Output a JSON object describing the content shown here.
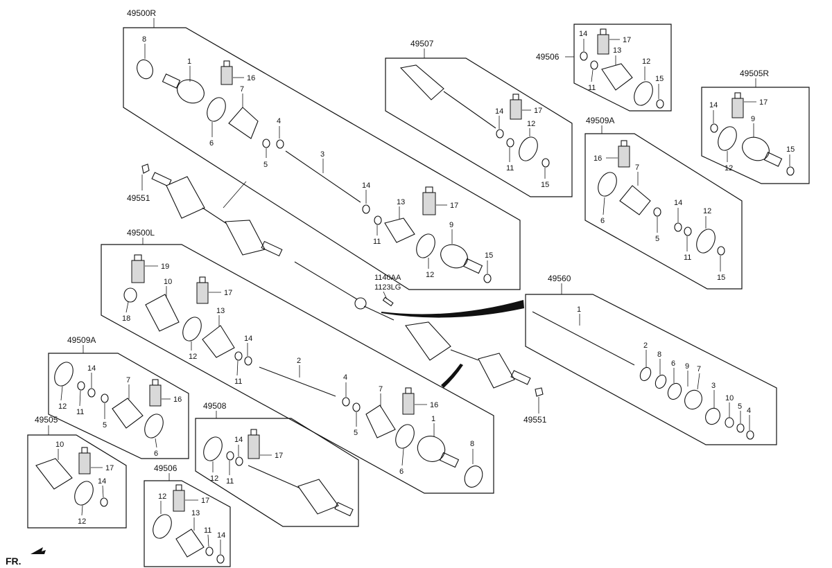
{
  "groups": [
    {
      "code": "49500R",
      "items": [
        "8",
        "1",
        "16",
        "7",
        "6",
        "4",
        "5",
        "3",
        "14",
        "13",
        "17",
        "11",
        "9",
        "12",
        "15"
      ]
    },
    {
      "code": "49507",
      "items": [
        "14",
        "17",
        "12",
        "11",
        "15"
      ]
    },
    {
      "code": "49506",
      "items": [
        "14",
        "17",
        "13",
        "11",
        "12",
        "15"
      ]
    },
    {
      "code": "49505R",
      "items": [
        "14",
        "17",
        "9",
        "12",
        "15"
      ]
    },
    {
      "code": "49509A",
      "items": [
        "16",
        "7",
        "6",
        "14",
        "12",
        "5",
        "11",
        "15"
      ]
    },
    {
      "code": "49551",
      "items": []
    },
    {
      "code": "49500L",
      "items": [
        "19",
        "10",
        "18",
        "17",
        "13",
        "12",
        "14",
        "11",
        "2",
        "4",
        "7",
        "16",
        "5",
        "1",
        "6",
        "8"
      ]
    },
    {
      "code": "49560",
      "items": [
        "1",
        "2",
        "8",
        "6",
        "9",
        "7",
        "3",
        "10",
        "5",
        "4"
      ]
    },
    {
      "code": "49509A",
      "items": [
        "14",
        "7",
        "16",
        "12",
        "11",
        "5",
        "6"
      ]
    },
    {
      "code": "49505",
      "items": [
        "10",
        "17",
        "14",
        "12"
      ]
    },
    {
      "code": "49508",
      "items": [
        "14",
        "17",
        "12",
        "11"
      ]
    },
    {
      "code": "49506",
      "items": [
        "12",
        "17",
        "13",
        "11",
        "14"
      ]
    },
    {
      "code": "49551",
      "items": []
    }
  ],
  "standalone_parts": [
    "1140AA",
    "1123LG"
  ],
  "direction_label": "FR."
}
